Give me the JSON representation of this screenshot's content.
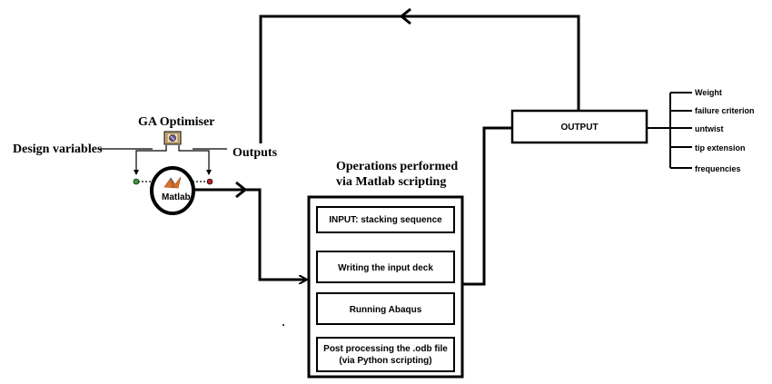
{
  "optimiser": {
    "title": "GA Optimiser",
    "inputs_label": "Design variables",
    "outputs_label": "Outputs",
    "engine_label": "Matlab"
  },
  "operations": {
    "title_line1": "Operations performed",
    "title_line2": "via Matlab scripting",
    "steps": [
      {
        "text": "INPUT: stacking sequence"
      },
      {
        "text": "Writing the input deck"
      },
      {
        "text": "Running Abaqus"
      },
      {
        "text_line1": "Post processing the .odb file",
        "text_line2": "(via Python scripting)"
      }
    ]
  },
  "output": {
    "label": "OUTPUT",
    "items": [
      "Weight",
      "failure criterion",
      "untwist",
      "tip extension",
      "frequencies"
    ]
  },
  "colors": {
    "line": "#000000",
    "input_dot": "#3a9a3a",
    "output_dot": "#b02020",
    "matlab_orange": "#e07020",
    "icon_fill": "#d8b070"
  }
}
